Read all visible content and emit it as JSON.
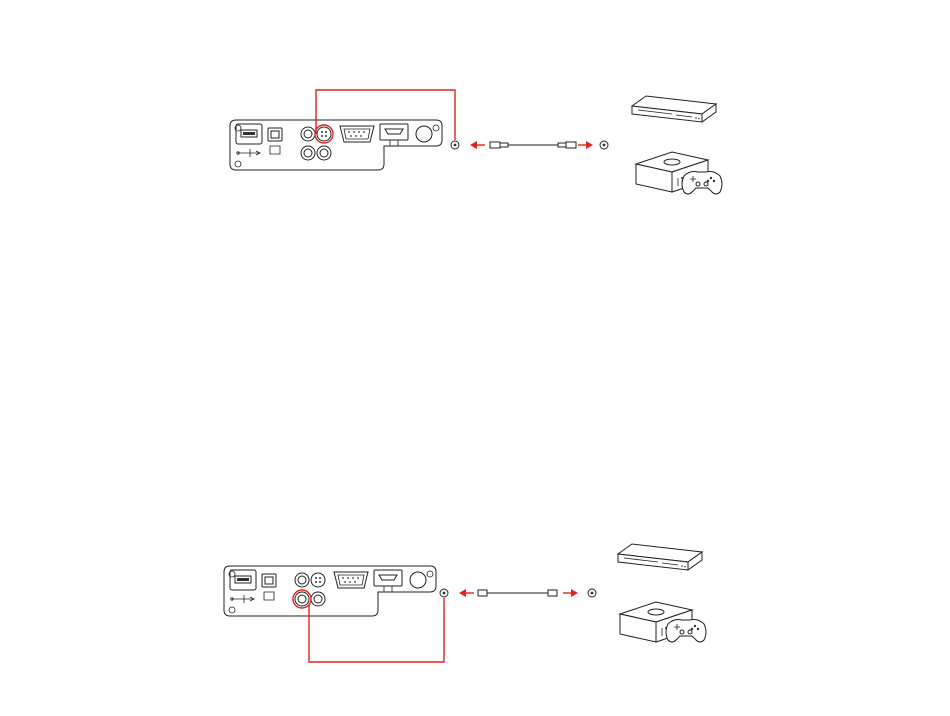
{
  "diagram": {
    "panels": [
      {
        "connection": "s-video",
        "cable": "s-video-cable"
      },
      {
        "connection": "composite-video",
        "cable": "rca-video-cable"
      }
    ],
    "devices": [
      "dvd-player",
      "game-console",
      "game-controller"
    ],
    "colors": {
      "highlight": "#e0231b",
      "outline": "#222222"
    }
  }
}
